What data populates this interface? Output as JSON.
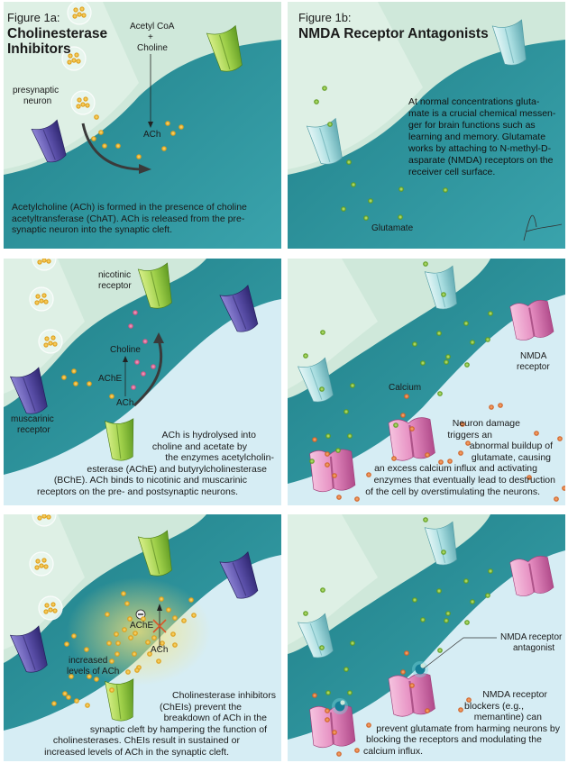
{
  "figure_1a": {
    "label": "Figure 1a:",
    "title_line1": "Cholinesterase",
    "title_line2": "Inhibitors",
    "panel1": {
      "acetyl_coa": "Acetyl CoA",
      "plus": "+",
      "choline": "Choline",
      "ach": "ACh",
      "presynaptic_1": "presynaptic",
      "presynaptic_2": "neuron",
      "caption": [
        "Acetylcholine (ACh) is formed in the presence of choline",
        "acetyltransferase (ChAT). ACh is released from the pre-",
        "synaptic neuron into the synaptic cleft."
      ]
    },
    "panel2": {
      "nicotinic_1": "nicotinic",
      "nicotinic_2": "receptor",
      "choline": "Choline",
      "ache": "AChE",
      "ach": "ACh",
      "muscarinic_1": "muscarinic",
      "muscarinic_2": "receptor",
      "caption": [
        "ACh is hydrolysed into",
        "choline and acetate by",
        "the enzymes acetylcholin-",
        "esterase (AChE) and butyrylcholinesterase",
        "(BChE). ACh binds to nicotinic and muscarinic",
        "receptors on the pre- and postsynaptic neurons."
      ]
    },
    "panel3": {
      "ache": "AChE",
      "ach": "ACh",
      "increased_1": "increased",
      "increased_2": "levels of ACh",
      "caption": [
        "Cholinesterase inhibitors",
        "(ChEIs) prevent the",
        "breakdown of ACh in the",
        "synaptic cleft by hampering the function of",
        "cholinesterases. ChEIs result in sustained or",
        "increased levels of ACh in the synaptic cleft."
      ]
    }
  },
  "figure_1b": {
    "label": "Figure 1b:",
    "title": "NMDA Receptor Antagonists",
    "panel1": {
      "caption": [
        "At normal concentrations gluta-",
        "mate is a crucial chemical messen-",
        "ger for brain functions such as",
        "learning and memory. Glutamate",
        "works by attaching to N-methyl-D-",
        "asparate (NMDA) receptors on the",
        "receiver cell surface."
      ],
      "glutamate": "Glutamate",
      "signature": "Hansmo"
    },
    "panel2": {
      "nmda_1": "NMDA",
      "nmda_2": "receptor",
      "calcium": "Calcium",
      "caption": [
        "Neuron damage",
        "triggers an",
        "abnormal buildup of",
        "glutamate, causing",
        "an excess calcium influx and activating",
        "enzymes that eventually lead to destruction",
        "of the cell by overstimulating the neurons."
      ]
    },
    "panel3": {
      "antagonist_1": "NMDA receptor",
      "antagonist_2": "antagonist",
      "caption": [
        "NMDA receptor",
        "blockers (e.g.,",
        "memantine) can",
        "prevent glutamate from harming neurons by",
        "blocking the receptors and modulating the",
        "calcium influx."
      ]
    }
  },
  "colors": {
    "presynaptic": "#cfe8da",
    "cleft": "#2b8f99",
    "postsynaptic": "#d6edf4",
    "ach_dot": "#f0b417",
    "choline_dot": "#e06a9a",
    "glutamate_dot": "#7cbf2a",
    "calcium_dot": "#e57a32",
    "nicotinic": "#9fd04a",
    "muscarinic": "#5a4fa8",
    "nmda": "#e58cc0",
    "glutamate_channel": "#a8dde0"
  }
}
